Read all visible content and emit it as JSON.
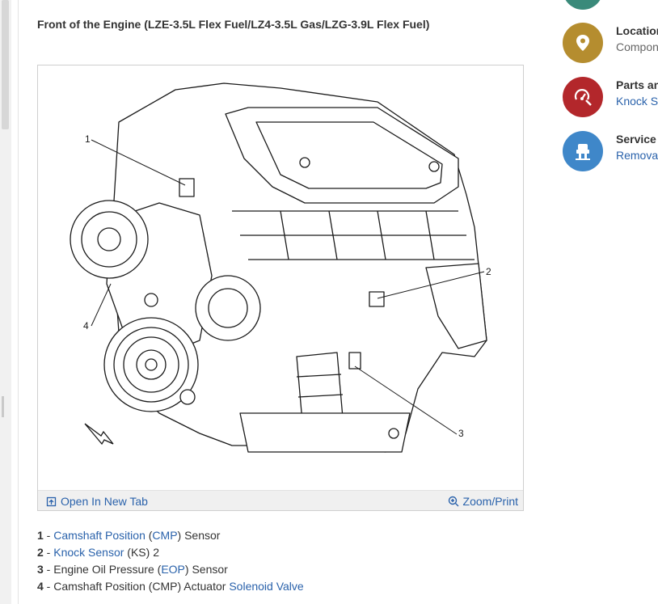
{
  "title": "Front of the Engine (LZE-3.5L Flex Fuel/LZ4-3.5L Gas/LZG-3.9L Flex Fuel)",
  "figure": {
    "callouts": [
      "1",
      "2",
      "3",
      "4"
    ],
    "open_tab_label": "Open In New Tab",
    "zoom_label": "Zoom/Print"
  },
  "legend": [
    {
      "num": "1",
      "sep": " - ",
      "parts": [
        {
          "link": "Camshaft Position"
        },
        {
          "text": " ("
        },
        {
          "link": "CMP"
        },
        {
          "text": ") Sensor"
        }
      ]
    },
    {
      "num": "2",
      "sep": " - ",
      "parts": [
        {
          "link": "Knock Sensor"
        },
        {
          "text": " (KS) 2"
        }
      ]
    },
    {
      "num": "3",
      "sep": " - ",
      "parts": [
        {
          "text": "Engine Oil Pressure ("
        },
        {
          "link": "EOP"
        },
        {
          "text": ") Sensor"
        }
      ]
    },
    {
      "num": "4",
      "sep": " - ",
      "parts": [
        {
          "text": "Camshaft Position (CMP) Actuator "
        },
        {
          "link": "Solenoid Valve"
        }
      ]
    }
  ],
  "sidebar": [
    {
      "title": "",
      "sub": "",
      "color": "#3a8a7a",
      "icon": "info-icon"
    },
    {
      "title": "Locations",
      "sub": "Component Locator",
      "color": "#b58d2f",
      "icon": "location-pin-icon"
    },
    {
      "title": "Parts and Labor",
      "sub": "Knock Sensor",
      "color": "#b3272b",
      "icon": "parts-gauge-icon"
    },
    {
      "title": "Service and Repair",
      "sub": "Removal",
      "color": "#3f87c9",
      "icon": "vehicle-lift-icon"
    }
  ]
}
